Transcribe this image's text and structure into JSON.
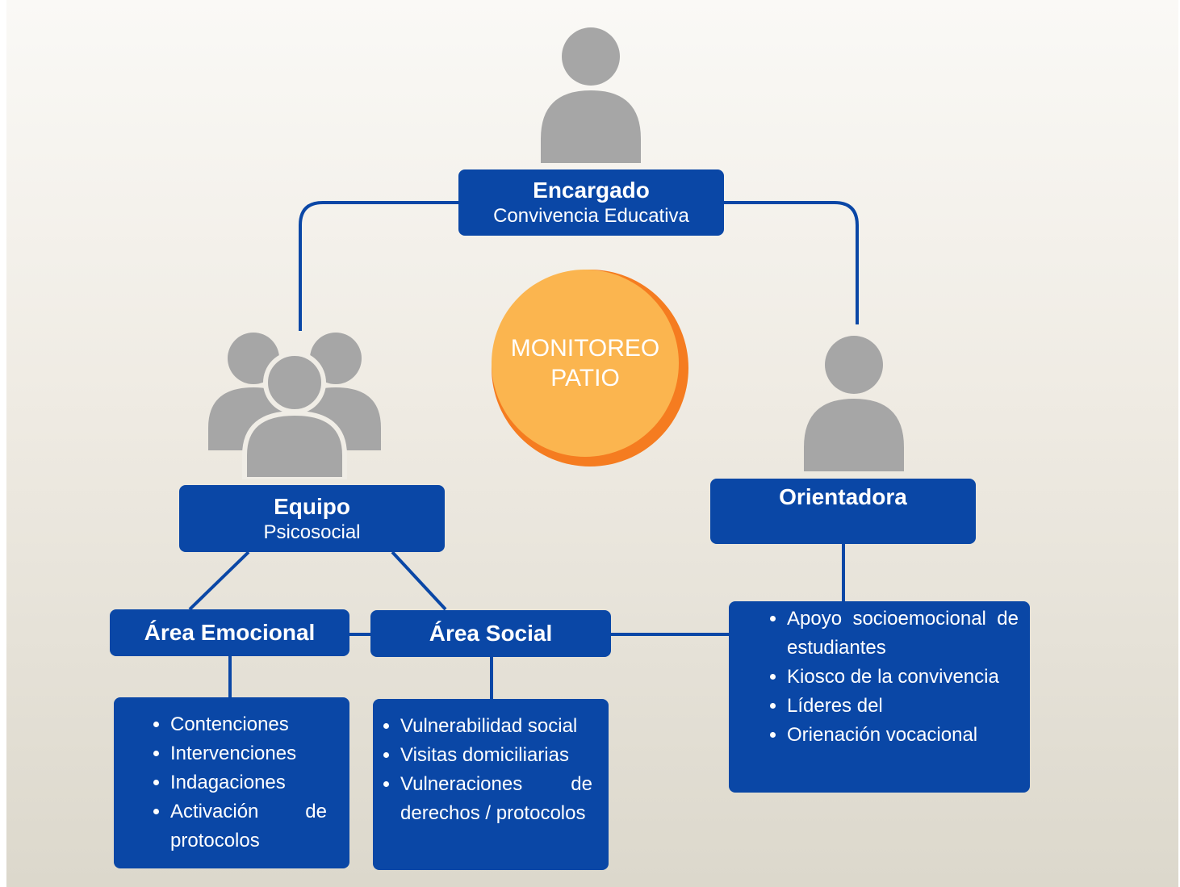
{
  "colors": {
    "box": "#0a47a6",
    "connector": "#0a47a6",
    "person_icon": "#a6a6a6",
    "circle_fill": "#fbb54f",
    "circle_shadow": "#f57c20"
  },
  "icons": {
    "top": "person-icon",
    "left": "group-icon",
    "right": "person-icon"
  },
  "center": {
    "line1": "MONITOREO",
    "line2": "PATIO"
  },
  "encargado": {
    "title": "Encargado",
    "subtitle": "Convivencia Educativa"
  },
  "equipo": {
    "title": "Equipo",
    "subtitle": "Psicosocial"
  },
  "orientadora": {
    "title": "Orientadora"
  },
  "area_emocional": {
    "title": "Área Emocional",
    "items": [
      "Contenciones",
      "Intervenciones",
      "Indagaciones",
      "Activación de protocolos"
    ]
  },
  "area_social": {
    "title": "Área Social",
    "items": [
      "Vulnerabilidad social",
      "Visitas domiciliarias",
      "Vulneraciones de derechos / protocolos"
    ]
  },
  "orientadora_list": {
    "items": [
      "Apoyo socioemocional de estudiantes",
      "Kiosco de la convivencia",
      "Líderes del",
      "Orienación vocacional"
    ]
  }
}
